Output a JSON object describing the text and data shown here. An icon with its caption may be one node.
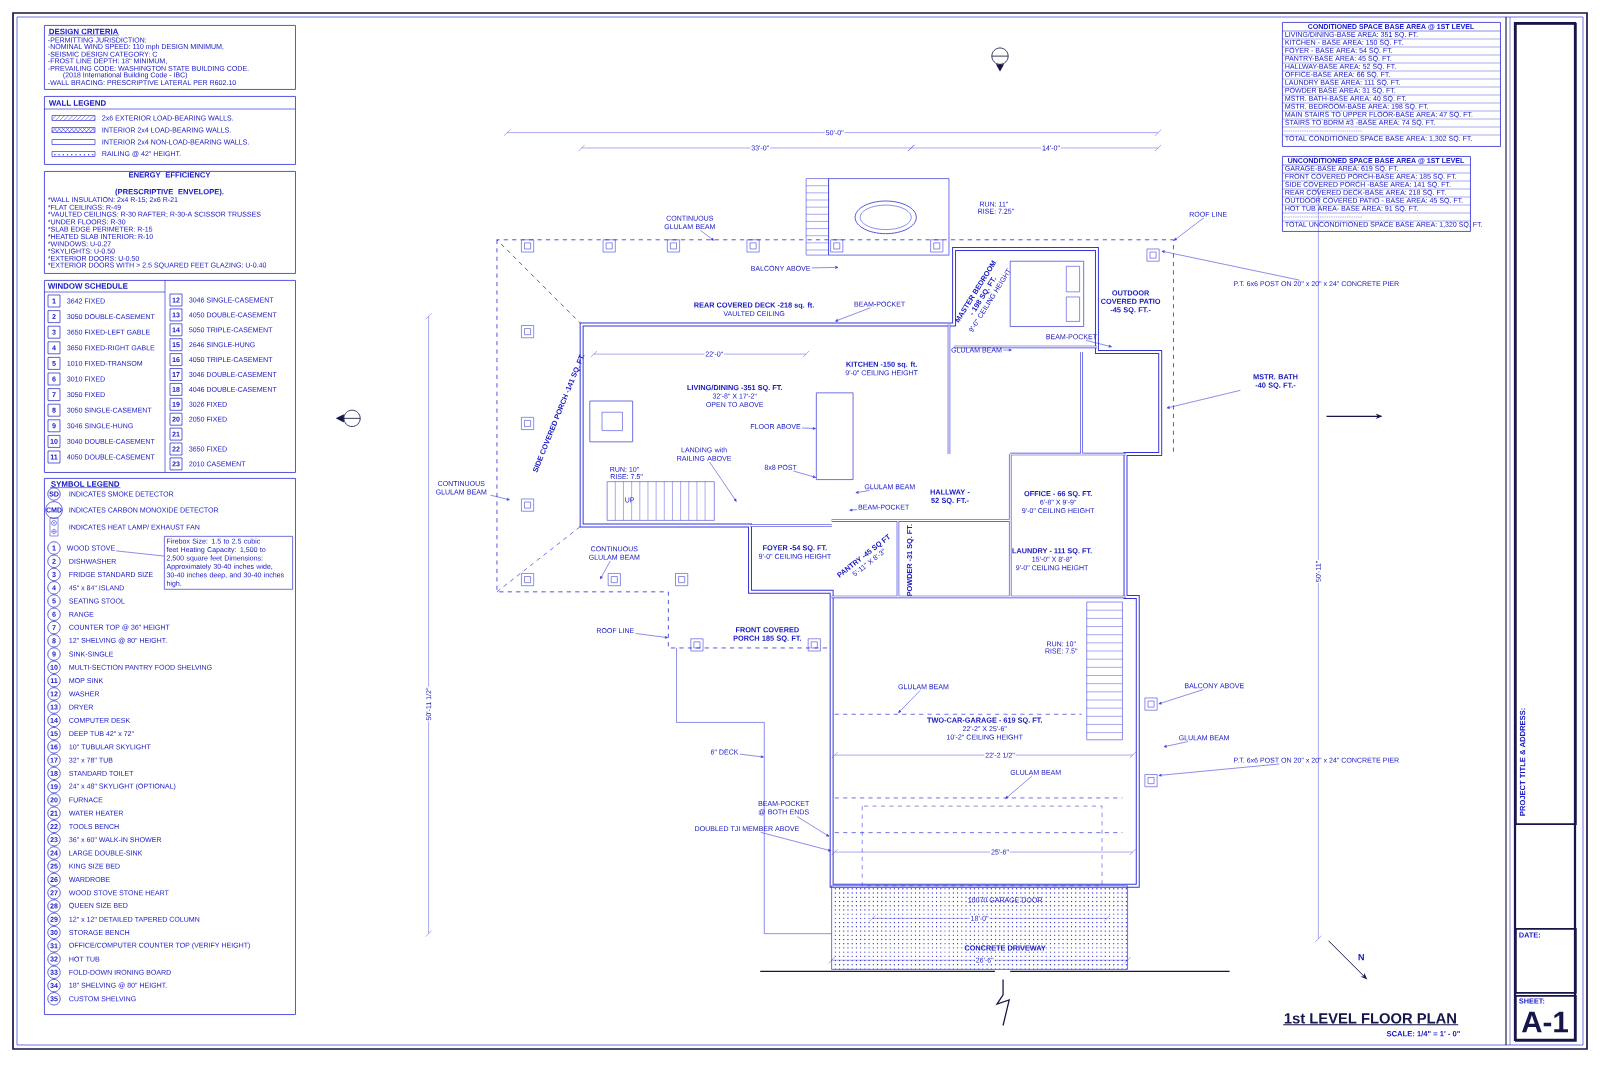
{
  "diagram": {
    "title": "1st LEVEL FLOOR PLAN",
    "nodes": [
      {
        "text": [
          "DESIGN CRITERIA",
          "-PERMITTING JURISDICTION:",
          "-NOMINAL WIND SPEED: 110 mph DESIGN MINIMUM,",
          "-SEISMIC DESIGN CATEGORY: C",
          "-FROST LINE DEPTH: 18\" MINIMUM,",
          "-PREVAILING CODE: WASHINGTON STATE BUILDING CODE.",
          "(2018 International Building Code - IBC)",
          "-WALL BRACING:  PRESCRIPTIVE LATERAL PER R602.10"
        ]
      },
      {
        "text": [
          "WALL LEGEND"
        ]
      },
      {
        "text": [
          "ENERGY EFFICIENCY (PRESCRIPTIVE ENVELOPE).",
          "*WALL INSULATION: 2x4 R-15; 2x6 R-21",
          "*FLAT CEILINGS: R-49",
          "*VAULTED CEILINGS: R-30 RAFTER; R-30-A SCISSOR TRUSSES",
          "*UNDER FLOORS: R-30",
          "*SLAB EDGE PERIMETER: R-15",
          "*HEATED SLAB INTERIOR: R-10",
          "*WINDOWS: U-0.27",
          "*SKYLIGHTS:  U-0.50",
          "*EXTERIOR DOORS: U-0.50",
          "*EXTERIOR DOORS WITH > 2.5 SQUARED FEET GLAZING: U-0.40"
        ]
      },
      {
        "text": [
          "WINDOW SCHEDULE"
        ]
      },
      {
        "text": [
          "SYMBOL LEGEND"
        ]
      },
      {
        "text": [
          "WOOD STOVE"
        ],
        "in": 4
      },
      {
        "text": [
          "Firebox Size: 1.5 to 2.5 cubic feet Heating Capacity: 1,500 to 2,500 square feet Dimensions: Approximately 30-40 inches wide, 30-40 inches deep, and 30-40 inches high."
        ],
        "in": 4
      },
      {
        "text": [
          "CONDITIONED SPACE BASE AREA @ 1ST LEVEL",
          "LIVING/DINING-BASE AREA: 351 SQ. FT.",
          "KITCHEN - BASE AREA: 150 SQ. FT.",
          "FOYER - BASE AREA: 54 SQ. FT.",
          "PANTRY-BASE AREA: 45 SQ. FT.",
          "HALLWAY-BASE AREA: 52 SQ. FT.",
          "OFFICE-BASE AREA:  66 SQ. FT.",
          "LAUNDRY BASE AREA: 111 SQ. FT.",
          "POWDER BASE AREA: 31 SQ. FT.",
          "MSTR. BATH-BASE AREA: 40 SQ. FT.",
          "MSTR. BEDROOM-BASE AREA: 198 SQ. FT.",
          "MAIN STAIRS TO UPPER FLOOR-BASE AREA: 47 SQ. FT.",
          "STAIRS TO BDRM #3 -BASE AREA:  74 SQ. FT.",
          "TOTAL CONDITIONED SPACE BASE AREA: 1,302 SQ. FT."
        ]
      },
      {
        "text": [
          "UNCONDITIONED SPACE BASE AREA @ 1ST LEVEL",
          "GARAGE-BASE AREA: 619 SQ. FT.",
          "FRONT COVERED PORCH-BASE AREA:  185 SQ. FT.",
          "SIDE COVERED PORCH -BASE AREA: 141 SQ. FT.",
          "REAR COVERED DECK-BASE AREA: 218 SQ. FT.",
          "OUTDOOR COVERED PATIO - BASE AREA: 45 SQ. FT.",
          "HOT TUB AREA- BASE AREA: 91 SQ. FT.",
          "TOTAL UNCONDITIONED SPACE BASE AREA: 1,320 SQ. FT."
        ]
      },
      {
        "text": [
          "PROJECT TITLE & ADDRESS:"
        ]
      },
      {
        "text": [
          "DATE:"
        ]
      },
      {
        "text": [
          "SHEET:",
          "A-1"
        ]
      },
      {
        "text": [
          "REAR COVERED DECK -218 sq. ft.",
          "VAULTED CEILING"
        ]
      },
      {
        "text": [
          "LIVING/DINING -351 SQ. FT.",
          "32'-8\" X 17'-2\"",
          "OPEN TO ABOVE"
        ]
      },
      {
        "text": [
          "KITCHEN -150 sq. ft.",
          "9'-0\" CEILING HEIGHT"
        ]
      },
      {
        "text": [
          "MASTER BEDROOM - 198 SQ. FT.",
          "9'-0\" CEILING HEIGHT"
        ]
      },
      {
        "text": [
          "OUTDOOR COVERED PATIO -45 SQ. FT.-"
        ]
      },
      {
        "text": [
          "MSTR. BATH -40 SQ. FT.-"
        ]
      },
      {
        "text": [
          "HALLWAY -52 SQ. FT.-"
        ]
      },
      {
        "text": [
          "OFFICE - 66 SQ. FT.",
          "6'-8\" X 9'-9\"",
          "9'-0\" CEILING HEIGHT"
        ]
      },
      {
        "text": [
          "FOYER -54 SQ. FT.",
          "9'-0\" CEILING HEIGHT"
        ]
      },
      {
        "text": [
          "PANTRY -45 SQ FT",
          "5'-11\" X 8'-3\""
        ]
      },
      {
        "text": [
          "POWDER -31 SQ. FT."
        ]
      },
      {
        "text": [
          "LAUNDRY - 111 SQ. FT.",
          "15'-0\" X 8'-8\"",
          "9'-0\" CEILING HEIGHT"
        ]
      },
      {
        "text": [
          "TWO-CAR-GARAGE - 619 SQ. FT.",
          "22'-2\" X 25'-6\"",
          "10'-2\" CEILING HEIGHT"
        ]
      },
      {
        "text": [
          "SIDE COVERED PORCH -141 SQ. FT."
        ]
      },
      {
        "text": [
          "FRONT COVERED PORCH 185 SQ. FT."
        ]
      },
      {
        "text": [
          "CONCRETE DRIVEWAY"
        ]
      },
      {
        "text": [
          "CONTINUOUS GLULAM BEAM"
        ]
      },
      {
        "text": [
          "BALCONY ABOVE"
        ]
      },
      {
        "text": [
          "ROOF LINE"
        ]
      },
      {
        "text": [
          "P.T. 6x6 POST ON 20\" x 20\" x 24\" CONCRETE PIER"
        ]
      },
      {
        "text": [
          "BEAM-POCKET"
        ]
      },
      {
        "text": [
          "GLULAM BEAM"
        ]
      },
      {
        "text": [
          "BEAM-POCKET"
        ]
      },
      {
        "text": [
          "CONTINUOUS GLULAM BEAM"
        ]
      },
      {
        "text": [
          "FLOOR ABOVE"
        ]
      },
      {
        "text": [
          "LANDING with RAILING ABOVE"
        ]
      },
      {
        "text": [
          "8x8 POST"
        ]
      },
      {
        "text": [
          "GLULAM BEAM"
        ]
      },
      {
        "text": [
          "BEAM-POCKET"
        ]
      },
      {
        "text": [
          "CONTINUOUS GLULAM BEAM"
        ]
      },
      {
        "text": [
          "ROOF LINE"
        ]
      },
      {
        "text": [
          "BALCONY ABOVE"
        ]
      },
      {
        "text": [
          "GLULAM BEAM"
        ]
      },
      {
        "text": [
          "P.T. 6x6 POST ON 20\" x 20\" x 24\" CONCRETE PIER"
        ]
      },
      {
        "text": [
          "GLULAM BEAM"
        ]
      },
      {
        "text": [
          "6\" DECK"
        ]
      },
      {
        "text": [
          "GLULAM BEAM"
        ]
      },
      {
        "text": [
          "BEAM-POCKET @ BOTH ENDS"
        ]
      },
      {
        "text": [
          "DOUBLED TJI MEMBER ABOVE"
        ]
      }
    ],
    "edges": [
      {
        "from": 5,
        "to": 6,
        "arrow": "none"
      },
      {
        "from": 17,
        "to": null,
        "arrow": "to"
      },
      {
        "from": 28,
        "to": null,
        "arrow": "to"
      },
      {
        "from": 29,
        "to": null,
        "arrow": "to"
      },
      {
        "from": 30,
        "to": null,
        "arrow": "to"
      },
      {
        "from": 31,
        "to": null,
        "arrow": "to"
      },
      {
        "from": 32,
        "to": null,
        "arrow": "to"
      },
      {
        "from": 33,
        "to": null,
        "arrow": "to"
      },
      {
        "from": 34,
        "to": null,
        "arrow": "to"
      },
      {
        "from": 35,
        "to": null,
        "arrow": "to"
      },
      {
        "from": 36,
        "to": null,
        "arrow": "to"
      },
      {
        "from": 37,
        "to": null,
        "arrow": "to"
      },
      {
        "from": 38,
        "to": null,
        "arrow": "to"
      },
      {
        "from": 39,
        "to": null,
        "arrow": "to"
      },
      {
        "from": 40,
        "to": null,
        "arrow": "to"
      },
      {
        "from": 41,
        "to": null,
        "arrow": "to"
      },
      {
        "from": 42,
        "to": null,
        "arrow": "to"
      },
      {
        "from": 43,
        "to": null,
        "arrow": "to"
      },
      {
        "from": 44,
        "to": null,
        "arrow": "to"
      },
      {
        "from": 45,
        "to": null,
        "arrow": "to"
      },
      {
        "from": 46,
        "to": null,
        "arrow": "to"
      },
      {
        "from": 47,
        "to": null,
        "arrow": "to"
      },
      {
        "from": 48,
        "to": null,
        "arrow": "to"
      },
      {
        "from": 49,
        "to": null,
        "arrow": "to"
      },
      {
        "from": 50,
        "to": null,
        "arrow": "to"
      }
    ],
    "labels": [
      "1",
      "3642 FIXED",
      "2",
      "3050 DOUBLE-CASEMENT",
      "3",
      "3650 FIXED-LEFT GABLE",
      "4",
      "3650 FIXED-RIGHT GABLE",
      "5",
      "1010 FIXED-TRANSOM",
      "6",
      "3010 FIXED",
      "7",
      "3050 FIXED",
      "8",
      "3050 SINGLE-CASEMENT",
      "9",
      "3046 SINGLE-HUNG",
      "10",
      "3040 DOUBLE-CASEMENT",
      "11",
      "4050 DOUBLE-CASEMENT",
      "12",
      "3046 SINGLE-CASEMENT",
      "13",
      "4050 DOUBLE-CASEMENT",
      "14",
      "5050 TRIPLE-CASEMENT",
      "15",
      "2646 SINGLE-HUNG",
      "16",
      "4050 TRIPLE-CASEMENT",
      "17",
      "3046 DOUBLE-CASEMENT",
      "18",
      "4046 DOUBLE-CASEMENT",
      "19",
      "3026 FIXED",
      "20",
      "2050 FIXED",
      "21",
      "22",
      "3650 FIXED",
      "23",
      "2010 CASEMENT",
      "SD",
      "INDICATES SMOKE DETECTOR",
      "CMD",
      "INDICATES CARBON MONOXIDE DETECTOR",
      "INDICATES HEAT LAMP/ EXHAUST FAN",
      "1",
      "2",
      "DISHWASHER",
      "3",
      "FRIDGE STANDARD SIZE",
      "4",
      "45\" x 84\" ISLAND",
      "5",
      "SEATING STOOL",
      "6",
      "RANGE",
      "7",
      "COUNTER TOP @ 36\" HEIGHT",
      "8",
      "12\" SHELVING @ 80\" HEIGHT.",
      "9",
      "SINK-SINGLE",
      "10",
      "MULTI-SECTION PANTRY FOOD SHELVING",
      "11",
      "MOP SINK",
      "12",
      "WASHER",
      "13",
      "DRYER",
      "14",
      "COMPUTER DESK",
      "15",
      "DEEP TUB 42\" x 72\"",
      "16",
      "10\" TUBULAR SKYLIGHT",
      "17",
      "32\" x 78\" TUB",
      "18",
      "STANDARD TOILET",
      "19",
      "24\" x 48\" SKYLIGHT (OPTIONAL)",
      "20",
      "FURNACE",
      "21",
      "WATER HEATER",
      "22",
      "TOOLS BENCH",
      "23",
      "36\" x 60\" WALK-IN SHOWER",
      "24",
      "LARGE DOUBLE-SINK",
      "25",
      "KING SIZE BED",
      "26",
      "WARDROBE",
      "27",
      "WOOD STOVE STONE HEART",
      "28",
      "QUEEN SIZE BED",
      "29",
      "12\" x 12\" DETAILED TAPERED COLUMN",
      "30",
      "STORAGE BENCH",
      "31",
      "OFFICE/COMPUTER COUNTER TOP (VERIFY HEIGHT)",
      "32",
      "HOT TUB",
      "33",
      "FOLD-DOWN IRONING BOARD",
      "34",
      "18\" SHELVING @ 80\" HEIGHT.",
      "35",
      "CUSTOM SHELVING",
      "RUN: 10\"",
      "RISE: 7.5\"",
      "UP",
      "RUN: 11\"",
      "RISE: 7.25\"",
      "RUN: 10\"",
      "RISE: 7.5\"",
      "18070 GARAGE DOOR",
      "50'-0\"",
      "33'-0\"",
      "14'-0\"",
      "50'-11 1/2\"",
      "50'-11\"",
      "22'-0\"",
      "22'-2 1/2\"",
      "25'-6\"",
      "18'-0\"",
      "26'-6\"",
      "SCALE: 1/4\" = 1' - 0\"",
      "N"
    ],
    "legend": [
      {
        "text": "2x6 EXTERIOR LOAD-BEARING WALLS."
      },
      {
        "text": "INTERIOR 2x4 LOAD-BEARING WALLS."
      },
      {
        "text": "INTERIOR 2x4 NON-LOAD-BEARING WALLS."
      },
      {
        "text": "RAILING @ 42\" HEIGHT."
      }
    ]
  }
}
